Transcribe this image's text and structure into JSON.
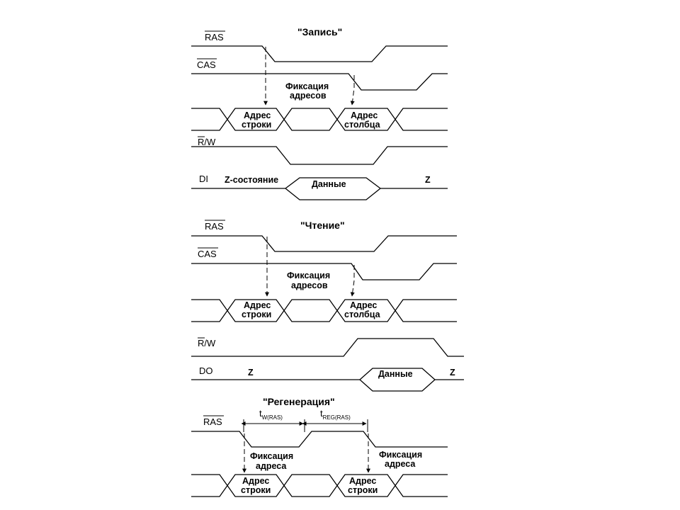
{
  "write": {
    "title": "\"Запись\"",
    "ras": "RAS",
    "cas": "CAS",
    "rw": "R/W",
    "di": "DI",
    "fix_line1": "Фиксация",
    "fix_line2": "адресов",
    "row_addr_1": "Адрес",
    "row_addr_2": "строки",
    "col_addr_1": "Адрес",
    "col_addr_2": "столбца",
    "z_state": "Z-состояние",
    "data": "Данные",
    "z": "Z"
  },
  "read": {
    "title": "\"Чтение\"",
    "ras": "RAS",
    "cas": "CAS",
    "rw": "R/W",
    "do": "DO",
    "fix_line1": "Фиксация",
    "fix_line2": "адресов",
    "row_addr_1": "Адрес",
    "row_addr_2": "строки",
    "col_addr_1": "Адрес",
    "col_addr_2": "столбца",
    "z_left": "Z",
    "data": "Данные",
    "z_right": "Z"
  },
  "refresh": {
    "title": "\"Регенерация\"",
    "ras": "RAS",
    "tw_main": "t",
    "tw_sub": "W(RAS)",
    "treg_main": "t",
    "treg_sub": "REG(RAS)",
    "fix1_line1": "Фиксация",
    "fix1_line2": "адреса",
    "fix2_line1": "Фиксация",
    "fix2_line2": "адреса",
    "addr1_1": "Адрес",
    "addr1_2": "строки",
    "addr2_1": "Адрес",
    "addr2_2": "строки"
  }
}
